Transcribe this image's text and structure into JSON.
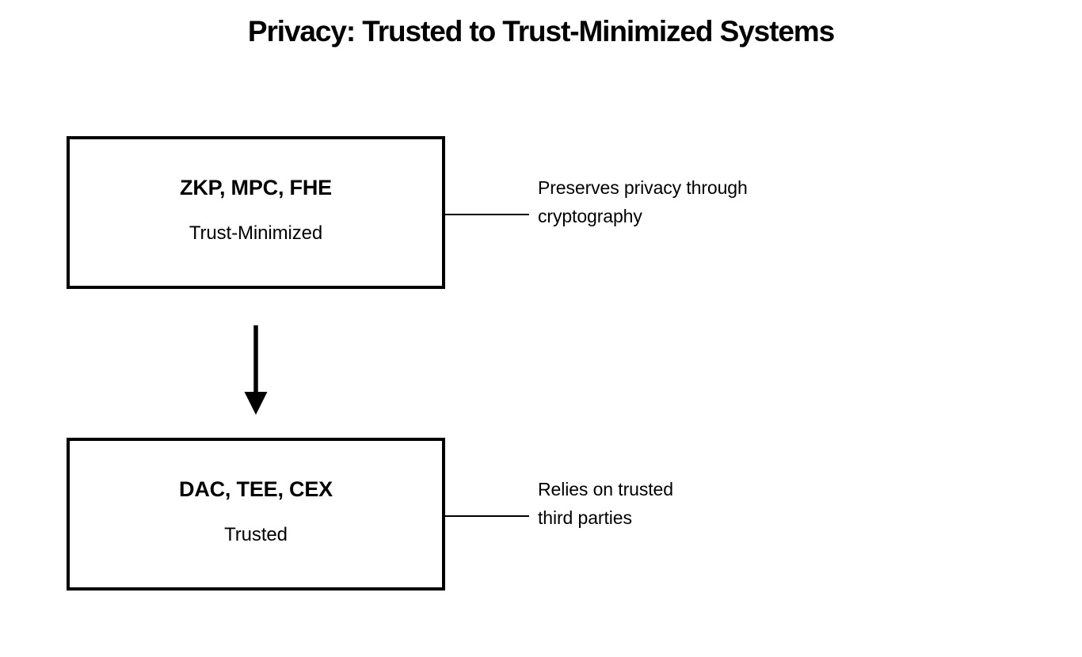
{
  "title": "Privacy: Trusted to Trust-Minimized Systems",
  "colors": {
    "background": "#ffffff",
    "stroke": "#000000",
    "text": "#000000"
  },
  "nodes": [
    {
      "id": "trust-minimized",
      "heading": "ZKP, MPC, FHE",
      "subtitle": "Trust-Minimized",
      "annotation_line_1": "Preserves privacy through",
      "annotation_line_2": "cryptography"
    },
    {
      "id": "trusted",
      "heading": "DAC, TEE, CEX",
      "subtitle": "Trusted",
      "annotation_line_1": "Relies on trusted",
      "annotation_line_2": "third parties"
    }
  ],
  "arrow": {
    "direction": "down",
    "from": "trust-minimized",
    "to": "trusted"
  }
}
